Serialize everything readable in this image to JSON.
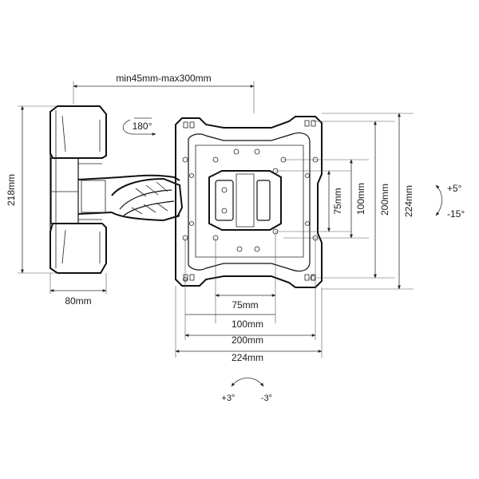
{
  "dimensions": {
    "arm_reach": "min45mm-max300mm",
    "rotation": "180°",
    "height_wall": "218mm",
    "width_wall": "80mm",
    "vesa_75_v": "75mm",
    "vesa_100_v": "100mm",
    "vesa_200_v": "200mm",
    "plate_224_v": "224mm",
    "vesa_75_h": "75mm",
    "vesa_100_h": "100mm",
    "vesa_200_h": "200mm",
    "plate_224_h": "224mm"
  },
  "tilt": {
    "up": "+5°",
    "down": "-15°"
  },
  "swivel": {
    "left": "+3°",
    "right": "-3°"
  }
}
